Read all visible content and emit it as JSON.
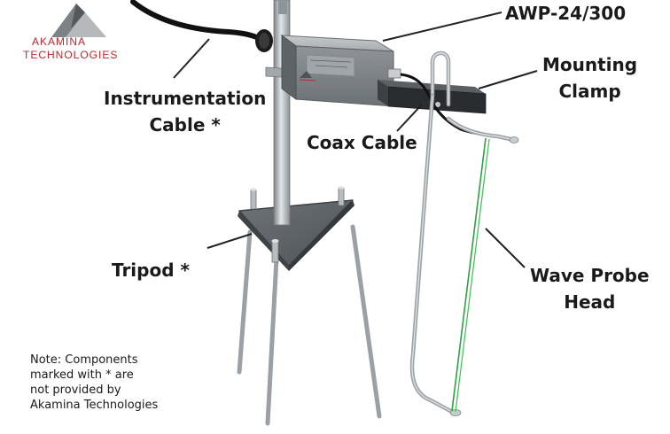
{
  "logo": {
    "line1": "AKAMINA",
    "line2": "TECHNOLOGIES",
    "color": "#c0262b"
  },
  "labels": {
    "awp": "AWP-24/300",
    "mounting_clamp_line1": "Mounting",
    "mounting_clamp_line2": "Clamp",
    "instrumentation_cable_line1": "Instrumentation",
    "instrumentation_cable_line2": "Cable *",
    "coax_cable": "Coax Cable",
    "tripod": "Tripod *",
    "wave_probe_line1": "Wave Probe",
    "wave_probe_line2": "Head"
  },
  "note": {
    "line1": "Note: Components",
    "line2": "marked with * are",
    "line3": "not provided by",
    "line4": "Akamina Technologies"
  },
  "colors": {
    "probe_wire": "#2ea043",
    "metal": "#a9adb1",
    "box": "#8d9296",
    "cable": "#111111"
  }
}
